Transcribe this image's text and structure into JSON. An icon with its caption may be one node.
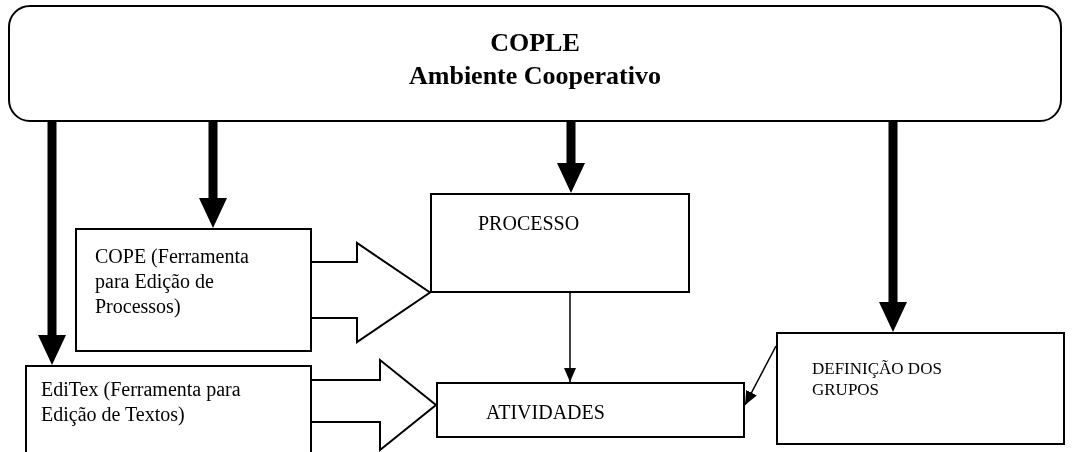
{
  "diagram": {
    "nodes": [
      {
        "text": [
          "COPLE",
          "Ambiente Cooperativo"
        ]
      },
      {
        "text": [
          "COPE (Ferramenta para Edição de Processos)"
        ]
      },
      {
        "text": [
          "PROCESSO"
        ]
      },
      {
        "text": [
          "DEFINIÇÃO DOS GRUPOS"
        ]
      },
      {
        "text": [
          "EdiTex (Ferramenta para Edição de Textos)"
        ]
      },
      {
        "text": [
          "ATIVIDADES"
        ]
      }
    ],
    "edges": [
      {
        "from": 0,
        "to": 4,
        "arrow": "to",
        "style": "thick"
      },
      {
        "from": 0,
        "to": 1,
        "arrow": "to",
        "style": "thick"
      },
      {
        "from": 0,
        "to": 2,
        "arrow": "to",
        "style": "thick"
      },
      {
        "from": 0,
        "to": 3,
        "arrow": "to",
        "style": "thick"
      },
      {
        "from": 1,
        "to": 2,
        "arrow": "to"
      },
      {
        "from": 2,
        "to": 5,
        "arrow": "to"
      },
      {
        "from": 4,
        "to": 5,
        "arrow": "to"
      },
      {
        "from": 3,
        "to": 5,
        "arrow": "to"
      }
    ]
  }
}
